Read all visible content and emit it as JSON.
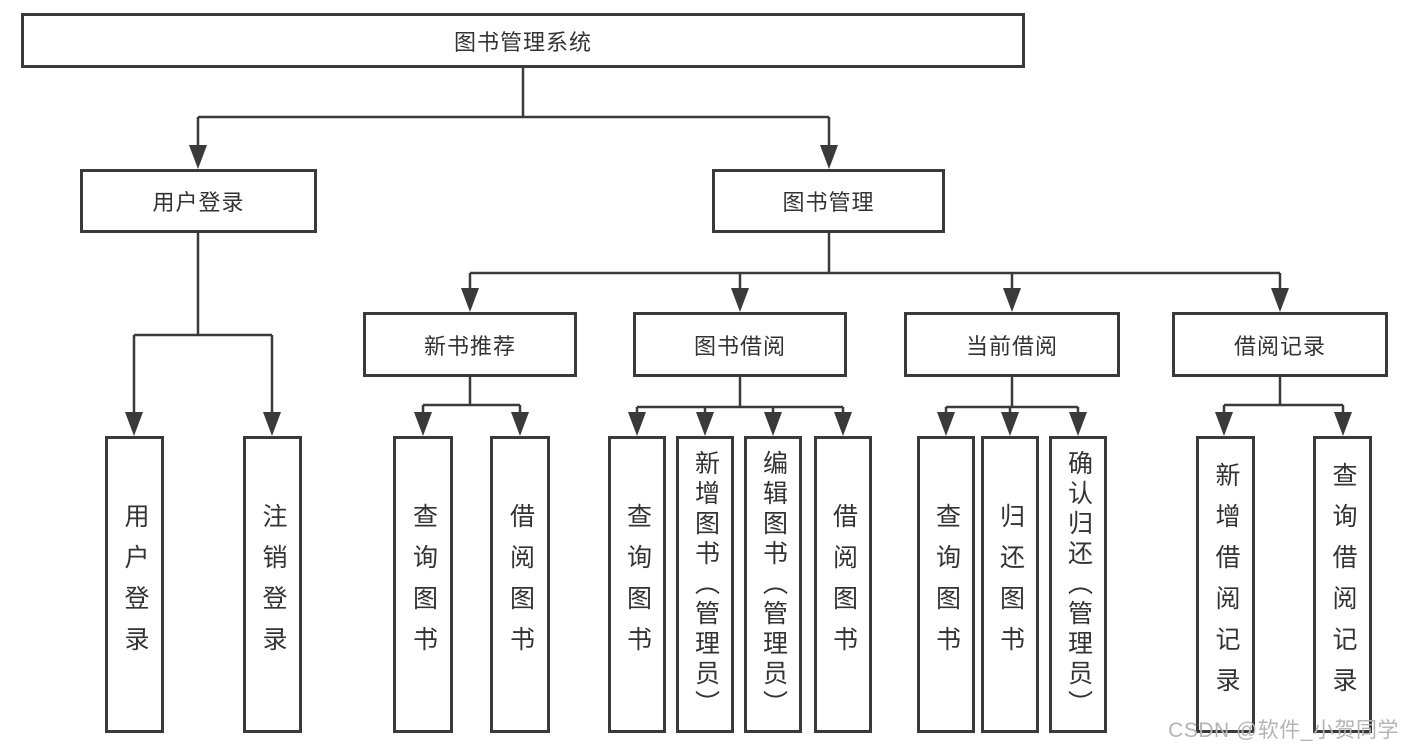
{
  "diagram": {
    "root": {
      "label": "图书管理系统"
    },
    "branches": [
      {
        "label": "用户登录",
        "children": [
          {
            "label": "用户登录"
          },
          {
            "label": "注销登录"
          }
        ]
      },
      {
        "label": "图书管理",
        "children": [
          {
            "label": "新书推荐",
            "children": [
              {
                "label": "查询图书"
              },
              {
                "label": "借阅图书"
              }
            ]
          },
          {
            "label": "图书借阅",
            "children": [
              {
                "label": "查询图书"
              },
              {
                "label": "新增图书（管理员）"
              },
              {
                "label": "编辑图书（管理员）"
              },
              {
                "label": "借阅图书"
              }
            ]
          },
          {
            "label": "当前借阅",
            "children": [
              {
                "label": "查询图书"
              },
              {
                "label": "归还图书"
              },
              {
                "label": "确认归还（管理员）"
              }
            ]
          },
          {
            "label": "借阅记录",
            "children": [
              {
                "label": "新增借阅记录"
              },
              {
                "label": "查询借阅记录"
              }
            ]
          }
        ]
      }
    ]
  },
  "watermark": {
    "text": "CSDN @软件_小贺同学"
  },
  "colors": {
    "line": "#3a3a3a",
    "text": "#333333",
    "watermark": "#b4b4b4",
    "background": "#ffffff"
  }
}
